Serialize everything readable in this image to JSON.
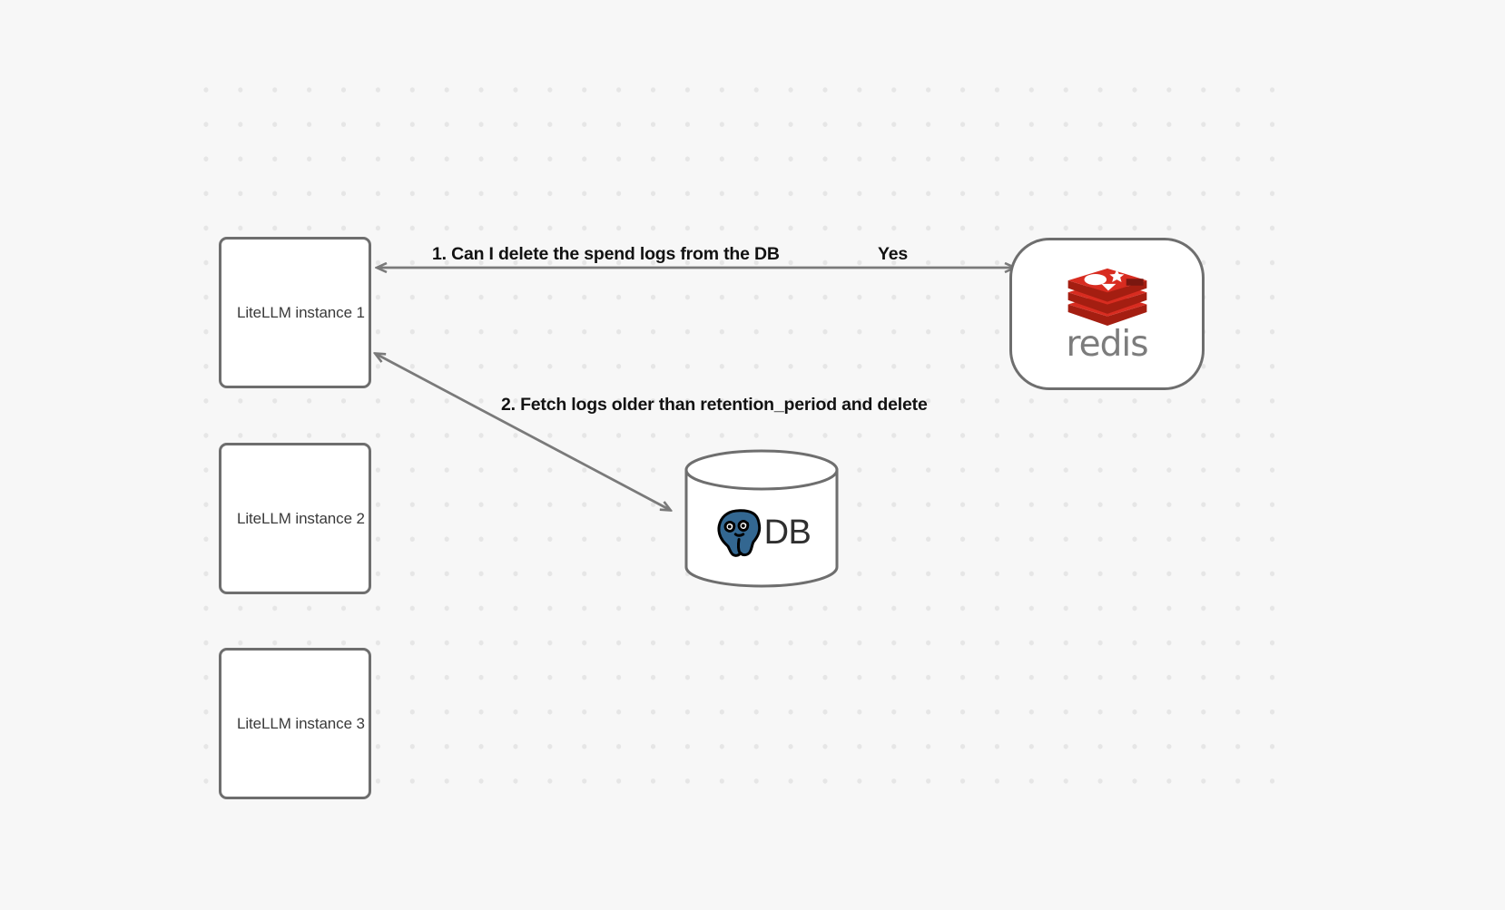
{
  "canvas": {
    "background_color": "#f7f7f7",
    "grid_dot_color": "#e6e6e6"
  },
  "nodes": {
    "litellm_1": {
      "label": "LiteLLM instance 1"
    },
    "litellm_2": {
      "label": "LiteLLM instance 2"
    },
    "litellm_3": {
      "label": "LiteLLM instance 3"
    },
    "redis": {
      "wordmark": "redis",
      "logo_name": "redis-logo",
      "accent_color": "#d82c20",
      "wordmark_color": "#7c7c7c"
    },
    "database": {
      "label": "DB",
      "logo_name": "postgresql-elephant-logo",
      "accent_color": "#336791"
    }
  },
  "edges": {
    "request": {
      "label": "1.  Can I delete the spend logs from the DB"
    },
    "response": {
      "label": "Yes"
    },
    "fetch_delete": {
      "label": "2.  Fetch logs older than retention_period and delete"
    },
    "stroke_color": "#7a7a7a"
  }
}
